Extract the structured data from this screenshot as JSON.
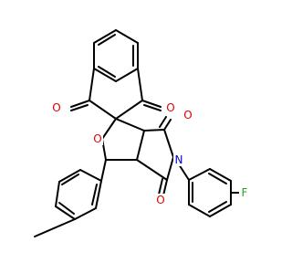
{
  "molecule": {
    "colors": {
      "bond": "#000000",
      "oxygen": "#e00000",
      "nitrogen": "#0000e0",
      "fluorine": "#2aa02a",
      "background": "#ffffff"
    },
    "atom_labels": {
      "o_ketone_left": "O",
      "o_ketone_right": "O",
      "o_ring_ether": "O",
      "o_imide_top": "O",
      "o_imide_bottom": "O",
      "n_imide": "N",
      "f_fluoro": "F"
    }
  }
}
